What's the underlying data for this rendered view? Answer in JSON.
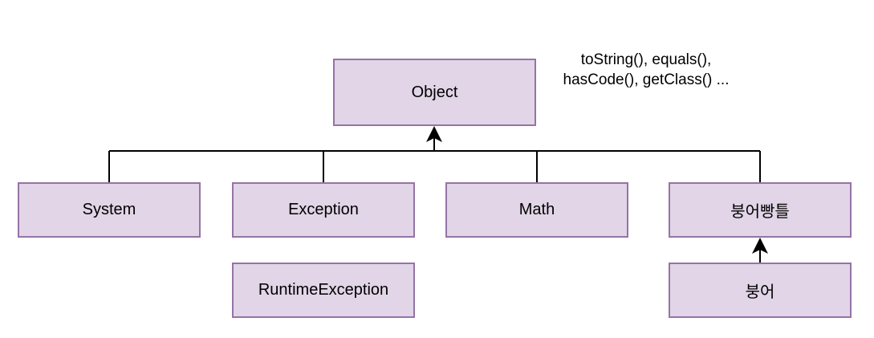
{
  "diagram": {
    "colors": {
      "node_fill": "#e1d5e7",
      "node_border": "#9673a6",
      "line": "#000000"
    },
    "nodes": {
      "object": "Object",
      "system": "System",
      "exception": "Exception",
      "math": "Math",
      "bungeo_mold": "붕어빵틀",
      "runtime_exception": "RuntimeException",
      "bungeo": "붕어"
    },
    "note": {
      "line1": "toString(), equals(),",
      "line2": "hasCode(), getClass() ..."
    }
  }
}
